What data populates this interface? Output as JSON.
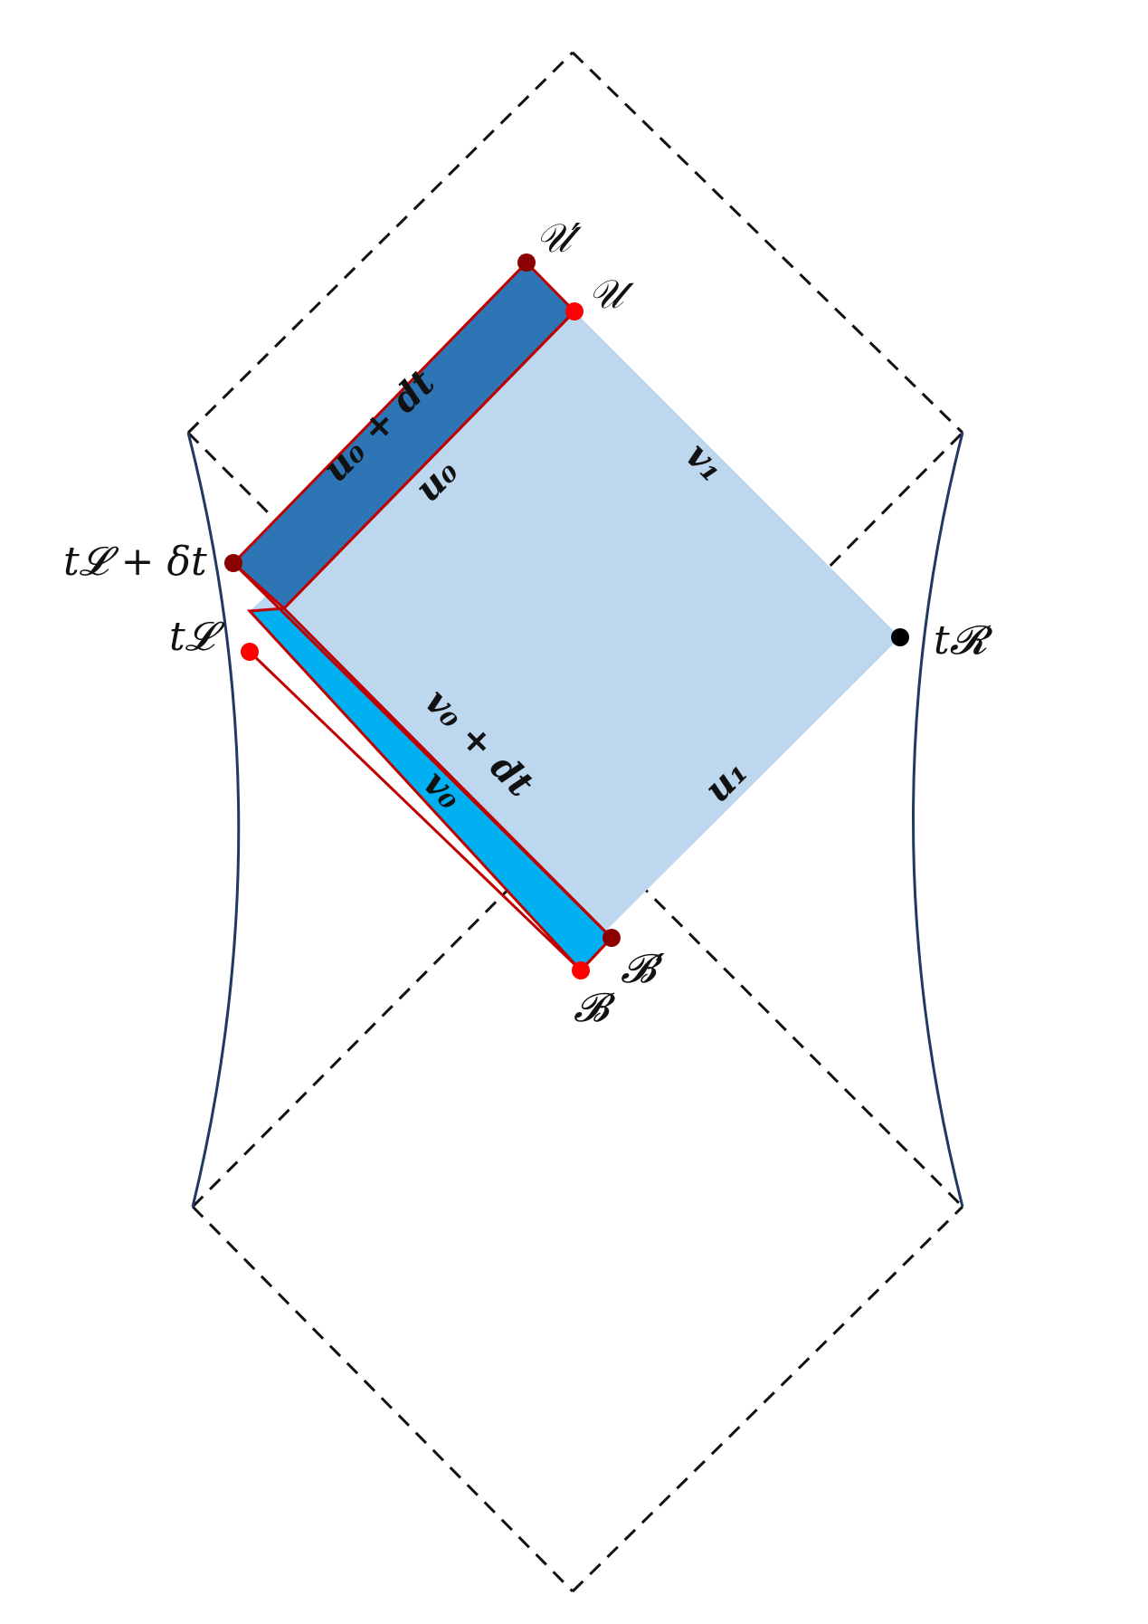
{
  "diagram": {
    "colors": {
      "light_region": "#bdd7ee",
      "upper_strip": "#2e75b6",
      "lower_strip": "#00b0f0",
      "strip_edge": "#c00000",
      "dark_point": "#8b0000",
      "red_point": "#ff0000",
      "right_point": "#000000",
      "boundary_curve": "#1f3864",
      "dashed": "#111111"
    },
    "labels": {
      "u_prime": "𝒰′",
      "u": "𝒰",
      "t_l_shift": "t𝓛 + δt",
      "t_l": "t𝓛",
      "t_r": "t𝓡",
      "b_prime": "𝓑′",
      "b": "𝓑",
      "u0_dt": "u₀ + dt",
      "u0": "u₀",
      "v1": "v₁",
      "v0_dt": "v₀ + dt",
      "v0": "v₀",
      "u1": "u₁"
    }
  }
}
